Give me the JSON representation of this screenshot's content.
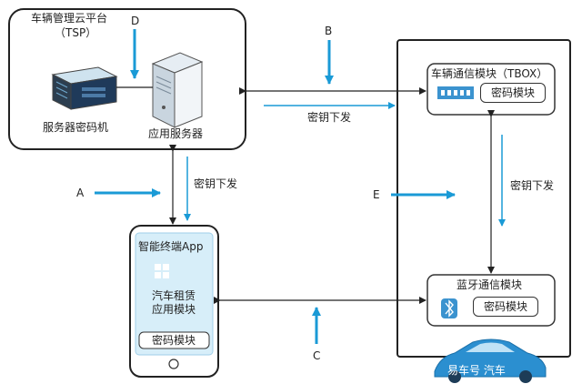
{
  "tsp": {
    "title_line1": "车辆管理云平台",
    "title_line2": "（TSP）",
    "hsm_label": "服务器密码机",
    "server_label": "应用服务器"
  },
  "vehicle": {
    "tbox_label": "车辆通信模块（TBOX）",
    "tbox_crypto": "密码模块",
    "bt_label": "蓝牙通信模块",
    "bt_crypto": "密码模块"
  },
  "phone": {
    "app_title": "智能终端App",
    "rental_line1": "汽车租赁",
    "rental_line2": "应用模块",
    "crypto": "密码模块"
  },
  "arrows": {
    "key_dist_top": "密钥下发",
    "key_dist_left": "密钥下发",
    "key_dist_right": "密钥下发",
    "a": "A",
    "b": "B",
    "c": "C",
    "d": "D",
    "e": "E"
  },
  "watermark": "易车号 汽车",
  "colors": {
    "accent_blue": "#1a9ad6",
    "line_dark": "#222222",
    "light_blue_fill": "#d7eef9",
    "car_blue": "#2b8fd0"
  }
}
